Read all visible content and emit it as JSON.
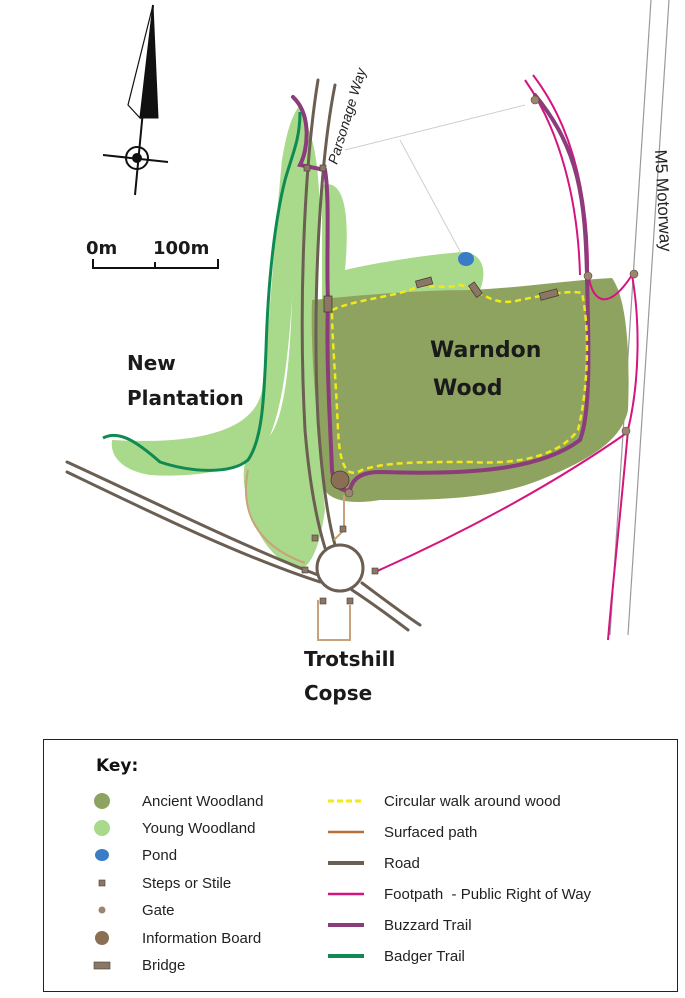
{
  "labels": {
    "road": "Parsonage Way",
    "motorway": "M5 Motorway",
    "wood_line1": "Warndon",
    "wood_line2": "Wood",
    "plantation_line1": "New",
    "plantation_line2": "Plantation",
    "copse_line1": "Trotshill",
    "copse_line2": "Copse"
  },
  "scale_bar": {
    "start": "0m",
    "end": "100m"
  },
  "key": {
    "title": "Key:",
    "items_left": [
      {
        "label": "Ancient Woodland",
        "icon": "ancient-woodland-dot",
        "color": "#8fa361"
      },
      {
        "label": "Young Woodland",
        "icon": "young-woodland-dot",
        "color": "#a9d98a"
      },
      {
        "label": "Pond",
        "icon": "pond-dot",
        "color": "#3b7cc7"
      },
      {
        "label": "Steps or Stile",
        "icon": "steps-square",
        "color": "#8a7766"
      },
      {
        "label": "Gate",
        "icon": "gate-dot",
        "color": "#9b8470"
      },
      {
        "label": "Information Board",
        "icon": "information-board-dot",
        "color": "#8a6f55"
      },
      {
        "label": "Bridge",
        "icon": "bridge-rect",
        "color": "#8a7766"
      }
    ],
    "items_right": [
      {
        "label": "Circular walk around wood",
        "icon": "dashed-line",
        "color": "#f2e81a"
      },
      {
        "label": "Surfaced path",
        "icon": "line",
        "color": "#b5703a"
      },
      {
        "label": "Road",
        "icon": "line",
        "color": "#6b5e52"
      },
      {
        "label": "Footpath  - Public Right of Way",
        "icon": "line",
        "color": "#d4157f"
      },
      {
        "label": "Buzzard Trail",
        "icon": "line",
        "color": "#8a3d7a"
      },
      {
        "label": "Badger Trail",
        "icon": "line",
        "color": "#0f8a52"
      }
    ]
  }
}
